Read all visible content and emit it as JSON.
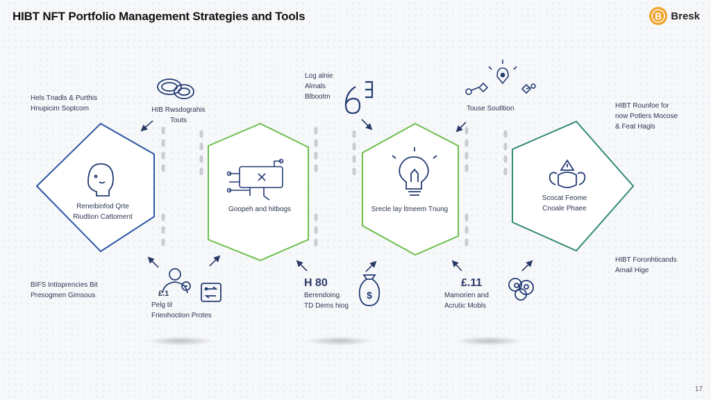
{
  "header": {
    "title": "HIBT NFT Portfolio Management Strategies and Tools",
    "logo_text": "Bresk"
  },
  "page_number": "17",
  "stages": [
    {
      "label": "Reneibinfod Qrte\nRiudtion Cattoment",
      "color": "#2b54a3"
    },
    {
      "label": "Goopeh and hitbogs",
      "color": "#6abf4b"
    },
    {
      "label": "Srecle lay ltmeem Tnung",
      "color": "#6abf4b"
    },
    {
      "label": "Scocat Feome\nCnoale Phaee",
      "color": "#2f8a72"
    }
  ],
  "top_labels": {
    "t1": "Hels Tnadls & Purthis\nHnupicim Soptcom",
    "t2": "HIB Rwsdograhis\nTouts",
    "t3": "Log alnie\nAlmals\nBlbootm",
    "t4": "Touse Soutltion",
    "t5": "HIBT Rounfoe for\nnow Potlers Mocose\n& Feat Hagls"
  },
  "bottom_labels": {
    "b1": "BIFS Inttoprencies Bit\nPresogmen Gimsous",
    "b2": "Pelg til\nFrieohoction Protes",
    "b3_num": "H 80",
    "b3": "Berendoing\nTD Dems hiog",
    "b4_num": "£.11",
    "b4": "Mamorien and\nAcrutic Mobls",
    "b5": "HIBT Foronhticands\nAmail Hige",
    "icon_num": "£.1"
  },
  "icons": {
    "stage1": "person-head-icon",
    "stage2": "circuit-board-icon",
    "stage3": "lightbulb-icon",
    "stage4": "user-alert-icon",
    "top1": "linked-coins-icon",
    "top3": "number-six-icon",
    "top4": "idea-network-icon",
    "bottom1": "person-coin-icon",
    "bottom2": "exchange-square-icon",
    "bottom3": "money-bag-icon",
    "bottom4": "coin-cluster-icon",
    "logo": "bitcoin-logo-icon"
  }
}
